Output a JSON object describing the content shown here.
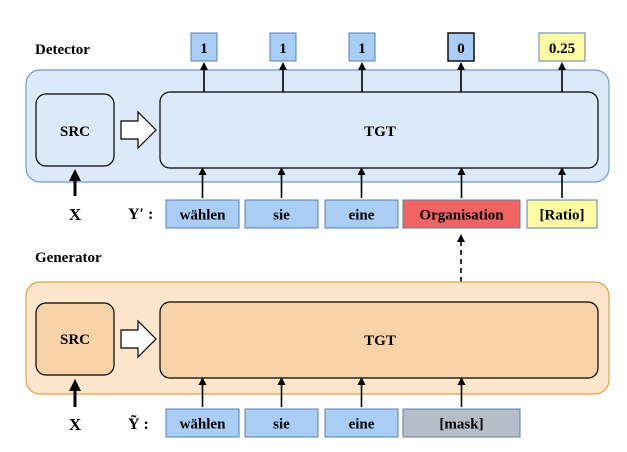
{
  "detector": {
    "title": "Detector",
    "src_label": "SRC",
    "tgt_label": "TGT",
    "x_label": "X",
    "y_label": "Y′ :",
    "inputs": [
      {
        "text": "wählen",
        "color": "#a9cdf5"
      },
      {
        "text": "sie",
        "color": "#a9cdf5"
      },
      {
        "text": "eine",
        "color": "#a9cdf5"
      },
      {
        "text": "Organisation",
        "color": "#f06464"
      },
      {
        "text": "[Ratio]",
        "color": "#fffaa6"
      }
    ],
    "outputs": [
      {
        "text": "1",
        "color": "#a9cdf5"
      },
      {
        "text": "1",
        "color": "#a9cdf5"
      },
      {
        "text": "1",
        "color": "#a9cdf5"
      },
      {
        "text": "0",
        "color": "#a9cdf5"
      },
      {
        "text": "0.25",
        "color": "#fffaa6"
      }
    ],
    "panel_fill": "#dce9f8",
    "panel_stroke": "#6f9bd1"
  },
  "generator": {
    "title": "Generator",
    "src_label": "SRC",
    "tgt_label": "TGT",
    "x_label": "X",
    "y_label": "Ỹ :",
    "inputs": [
      {
        "text": "wählen",
        "color": "#a9cdf5"
      },
      {
        "text": "sie",
        "color": "#a9cdf5"
      },
      {
        "text": "eine",
        "color": "#a9cdf5"
      },
      {
        "text": "[mask]",
        "color": "#b5bdc8"
      }
    ],
    "panel_fill": "#fde6cc",
    "panel_stroke": "#e0a04a",
    "module_fill": "#f8d3a8"
  }
}
